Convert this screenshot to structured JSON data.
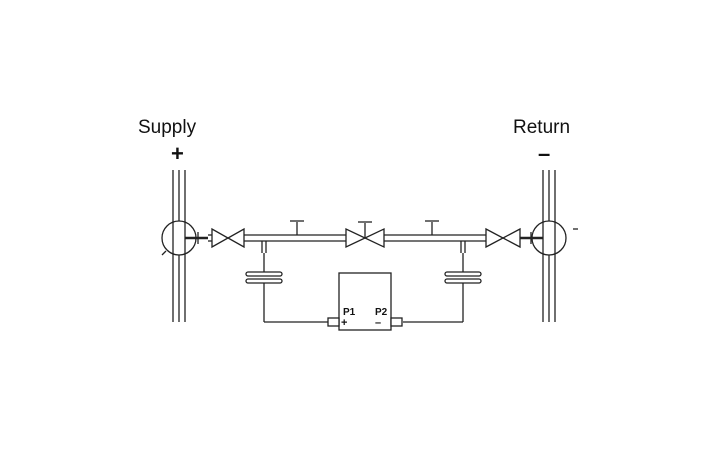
{
  "labels": {
    "supply": "Supply",
    "supply_sign": "+",
    "return": "Return",
    "return_sign": "–",
    "p1": "P1",
    "p1_sign": "+",
    "p2": "P2",
    "p2_sign": "–"
  },
  "colors": {
    "line": "#222222",
    "background": "#ffffff"
  }
}
